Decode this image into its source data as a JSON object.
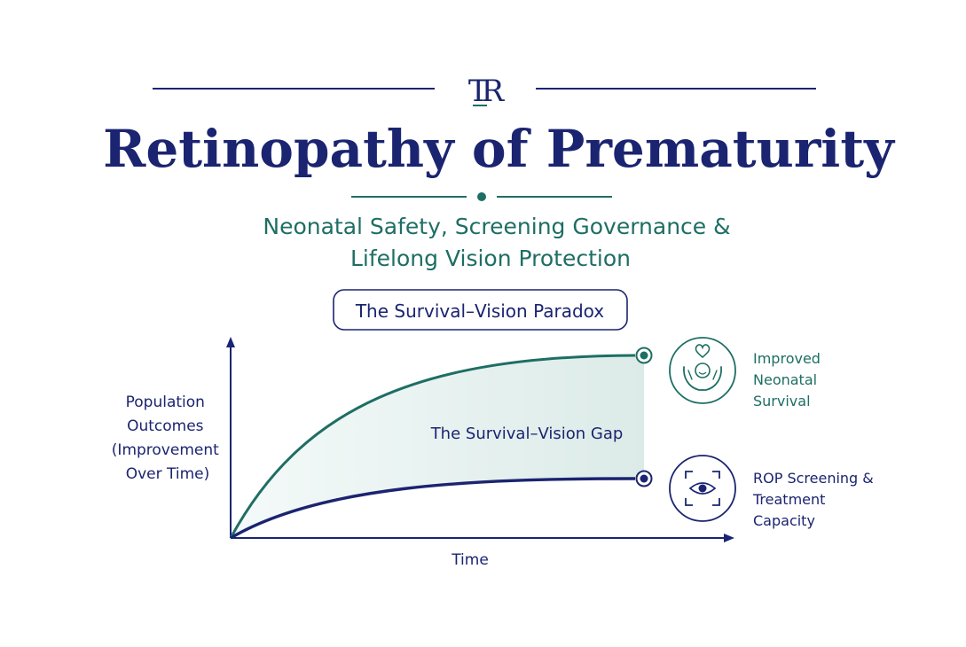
{
  "header": {
    "logo_text": "TR",
    "title": "Retinopathy of Prematurity",
    "subtitle_line1": "Neonatal Safety, Screening Governance &",
    "subtitle_line2": "Lifelong Vision Protection",
    "badge_label": "The Survival–Vision Paradox"
  },
  "diagram": {
    "y_axis_label": [
      "Population",
      "Outcomes",
      "(Improvement",
      "Over Time)"
    ],
    "x_axis_label": "Time",
    "gap_label": "The Survival–Vision Gap",
    "curves": [
      {
        "label_lines": [
          "Improved",
          "Neonatal",
          "Survival"
        ],
        "icon": "baby-in-hands-icon",
        "color": "#1e6e64"
      },
      {
        "label_lines": [
          "ROP Screening &",
          "Treatment",
          "Capacity"
        ],
        "icon": "eye-scan-icon",
        "color": "#1b2470"
      }
    ]
  },
  "colors": {
    "navy": "#1b2470",
    "teal": "#1e6e64",
    "gap_fill": "#e6f2f0"
  }
}
